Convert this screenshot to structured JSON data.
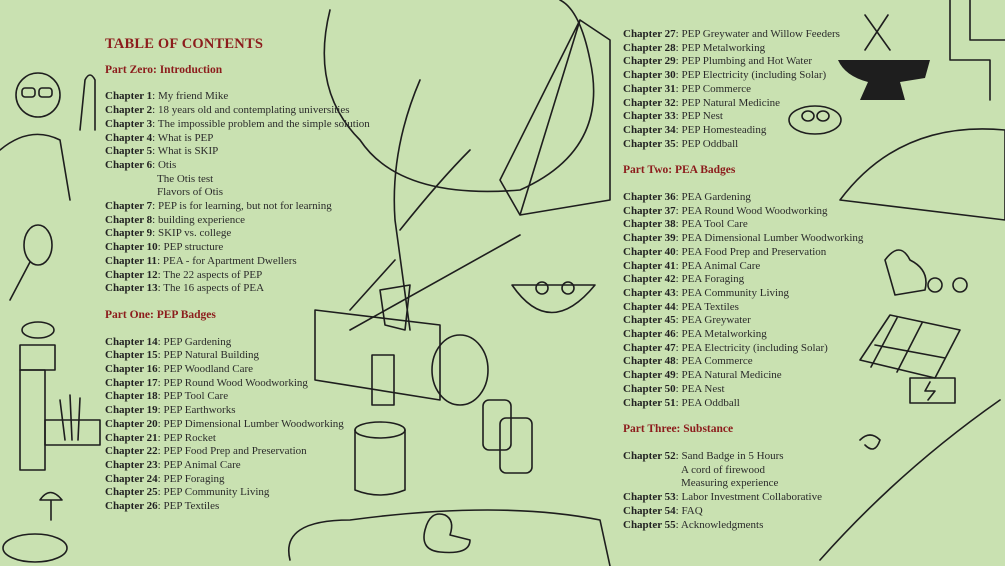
{
  "title": "TABLE OF CONTENTS",
  "left_column": [
    {
      "part": "Part Zero:  Introduction",
      "chapters": [
        {
          "label": "Chapter 1",
          "title": "My friend Mike"
        },
        {
          "label": "Chapter 2",
          "title": "18 years old and contemplating universities"
        },
        {
          "label": "Chapter 3",
          "title": "The impossible problem and the simple solution"
        },
        {
          "label": "Chapter 4",
          "title": "What is PEP"
        },
        {
          "label": "Chapter 5",
          "title": "What is SKIP"
        },
        {
          "label": "Chapter 6",
          "title": "Otis",
          "subitems": [
            "The Otis test",
            "Flavors of Otis"
          ]
        },
        {
          "label": "Chapter 7",
          "title": "PEP is for learning, but not for learning"
        },
        {
          "label": "Chapter 8",
          "title": "building experience"
        },
        {
          "label": "Chapter 9",
          "title": "SKIP vs. college"
        },
        {
          "label": "Chapter 10",
          "title": "PEP structure"
        },
        {
          "label": "Chapter 11",
          "title": "PEA - for Apartment Dwellers"
        },
        {
          "label": "Chapter 12",
          "title": "The 22 aspects of PEP"
        },
        {
          "label": "Chapter 13",
          "title": "The 16 aspects of PEA"
        }
      ]
    },
    {
      "part": "Part One:  PEP Badges",
      "chapters": [
        {
          "label": "Chapter 14",
          "title": "PEP Gardening"
        },
        {
          "label": "Chapter 15",
          "title": "PEP Natural Building"
        },
        {
          "label": "Chapter 16",
          "title": "PEP Woodland Care"
        },
        {
          "label": "Chapter 17",
          "title": "PEP Round Wood Woodworking"
        },
        {
          "label": "Chapter 18",
          "title": "PEP Tool Care"
        },
        {
          "label": "Chapter 19",
          "title": "PEP Earthworks"
        },
        {
          "label": "Chapter 20",
          "title": "PEP Dimensional Lumber Woodworking"
        },
        {
          "label": "Chapter 21",
          "title": "PEP Rocket"
        },
        {
          "label": "Chapter 22",
          "title": "PEP Food Prep and Preservation"
        },
        {
          "label": "Chapter 23",
          "title": "PEP Animal Care"
        },
        {
          "label": "Chapter 24",
          "title": "PEP Foraging"
        },
        {
          "label": "Chapter 25",
          "title": "PEP Community Living"
        },
        {
          "label": "Chapter 26",
          "title": "PEP Textiles"
        }
      ]
    }
  ],
  "right_column": [
    {
      "part": "",
      "chapters": [
        {
          "label": "Chapter 27",
          "title": "PEP Greywater and Willow Feeders"
        },
        {
          "label": "Chapter 28",
          "title": "PEP Metalworking"
        },
        {
          "label": "Chapter 29",
          "title": "PEP Plumbing and Hot Water"
        },
        {
          "label": "Chapter 30",
          "title": "PEP Electricity (including Solar)"
        },
        {
          "label": "Chapter 31",
          "title": "PEP Commerce"
        },
        {
          "label": "Chapter 32",
          "title": "PEP Natural Medicine"
        },
        {
          "label": "Chapter 33",
          "title": "PEP Nest"
        },
        {
          "label": "Chapter 34",
          "title": "PEP Homesteading"
        },
        {
          "label": "Chapter 35",
          "title": "PEP Oddball"
        }
      ]
    },
    {
      "part": "Part Two:  PEA Badges",
      "chapters": [
        {
          "label": "Chapter 36",
          "title": "PEA Gardening"
        },
        {
          "label": "Chapter 37",
          "title": "PEA Round Wood Woodworking"
        },
        {
          "label": "Chapter 38",
          "title": "PEA Tool Care"
        },
        {
          "label": "Chapter 39",
          "title": "PEA Dimensional Lumber Woodworking"
        },
        {
          "label": "Chapter 40",
          "title": "PEA Food Prep and Preservation"
        },
        {
          "label": "Chapter 41",
          "title": "PEA Animal Care"
        },
        {
          "label": "Chapter 42",
          "title": "PEA Foraging"
        },
        {
          "label": "Chapter 43",
          "title": "PEA Community Living"
        },
        {
          "label": "Chapter 44",
          "title": "PEA Textiles"
        },
        {
          "label": "Chapter 45",
          "title": "PEA Greywater"
        },
        {
          "label": "Chapter 46",
          "title": "PEA Metalworking"
        },
        {
          "label": "Chapter 47",
          "title": "PEA Electricity (including Solar)"
        },
        {
          "label": "Chapter 48",
          "title": "PEA Commerce"
        },
        {
          "label": "Chapter 49",
          "title": "PEA Natural Medicine"
        },
        {
          "label": "Chapter 50",
          "title": "PEA Nest"
        },
        {
          "label": "Chapter 51",
          "title": "PEA Oddball"
        }
      ]
    },
    {
      "part": "Part Three: Substance",
      "chapters": [
        {
          "label": "Chapter 52",
          "title": "Sand Badge in 5 Hours",
          "subitems": [
            "A cord of firewood",
            "Measuring experience"
          ]
        },
        {
          "label": "Chapter 53",
          "title": "Labor Investment Collaborative"
        },
        {
          "label": "Chapter 54",
          "title": "FAQ"
        },
        {
          "label": "Chapter 55",
          "title": "Acknowledgments"
        }
      ]
    }
  ],
  "colors": {
    "background": "#c9e1b1",
    "heading": "#8c1c1c",
    "ink": "#1e1e1e"
  }
}
